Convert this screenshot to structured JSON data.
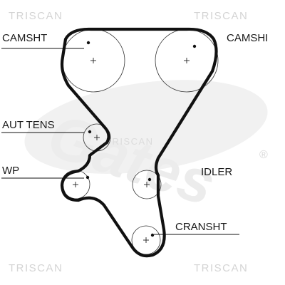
{
  "watermarks": {
    "top_left": "TRISCAN",
    "top_right": "TRISCAN",
    "center": "TRISCAN",
    "bottom_left": "TRISCAN",
    "bottom_right": "TRISCAN"
  },
  "logo": {
    "text": "Gates",
    "registered_mark": "®"
  },
  "labels": {
    "camshaft_left": "CAMSHT",
    "camshaft_right": "CAMSHI",
    "tensioner": "AUT TENS",
    "water_pump": "WP",
    "idler": "IDLER",
    "crankshaft": "CRANSHT"
  },
  "colors": {
    "belt": "#111111",
    "label_text": "#1a1a1a",
    "watermark": "#d4d4d4",
    "logo_faint": "#ececec"
  }
}
